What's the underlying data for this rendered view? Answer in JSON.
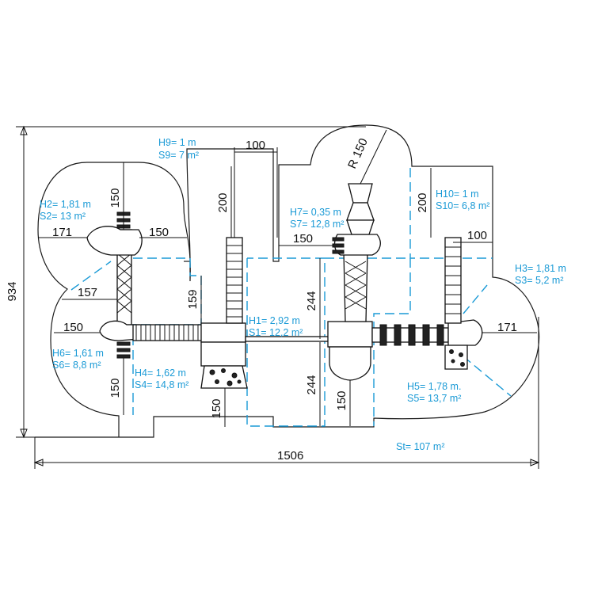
{
  "dimensions": {
    "total_width": "1506",
    "total_height": "934",
    "d100_top": "100",
    "d100_right": "100",
    "r150": "R 150",
    "d150_h2_top": "150",
    "d171_left": "171",
    "d150_h2_right": "150",
    "d157": "157",
    "d150_h6_left": "150",
    "d150_h6_bottom": "150",
    "d200_center": "200",
    "d159": "159",
    "d150_h4_bottom": "150",
    "d150_h7_left": "150",
    "d200_right": "200",
    "d244_top": "244",
    "d244_bottom": "244",
    "d150_h5_bottom": "150",
    "d171_right": "171"
  },
  "areas": {
    "h9": "H9= 1 m",
    "s9": "S9= 7 m²",
    "h2": "H2= 1,81 m",
    "s2": "S2= 13 m²",
    "h7": "H7= 0,35 m",
    "s7": "S7= 12,8 m²",
    "h10": "H10= 1 m",
    "s10": "S10= 6,8 m²",
    "h3": "H3= 1,81 m",
    "s3": "S3= 5,2 m²",
    "h1": "H1= 2,92 m",
    "s1": "S1= 12,2 m²",
    "h6": "H6= 1,61 m",
    "s6": "S6= 8,8 m²",
    "h4": "H4= 1,62 m",
    "s4": "S4= 14,8 m²",
    "h5": "H5= 1,78 m.",
    "s5": "S5= 13,7 m²",
    "st": "St= 107 m²"
  },
  "colors": {
    "safety_zone": "#1a9ad6",
    "line": "#1a1a1a"
  }
}
